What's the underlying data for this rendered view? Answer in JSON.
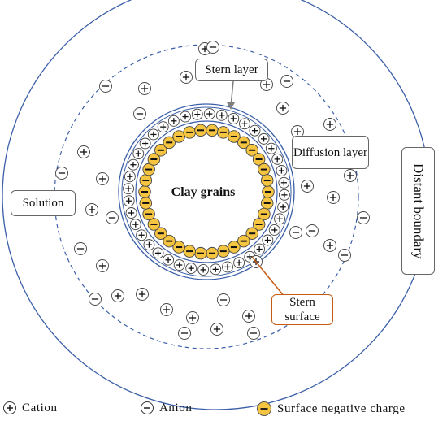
{
  "labels": {
    "center": "Clay grains",
    "stern_layer": "Stern layer",
    "diffusion_layer": "Diffusion layer",
    "solution": "Solution",
    "stern_surface": "Stern surface",
    "distant_boundary": "Distant boundary"
  },
  "legend": {
    "cation": "Cation",
    "anion": "Anion",
    "surface_charge": "Surface negative charge"
  },
  "colors": {
    "boundary_circle": "#3a5ea8",
    "diffusion_dashed": "#3a5ea8",
    "stern_rings": "#3a5ea8",
    "surface_charge_fill": "#f5c542",
    "stern_surface_pointer": "#c75a12",
    "charge_ring": "#555555"
  },
  "icons": {
    "cation": "plus-circle",
    "anion": "minus-circle",
    "surface_charge": "yellow-minus-circle"
  }
}
